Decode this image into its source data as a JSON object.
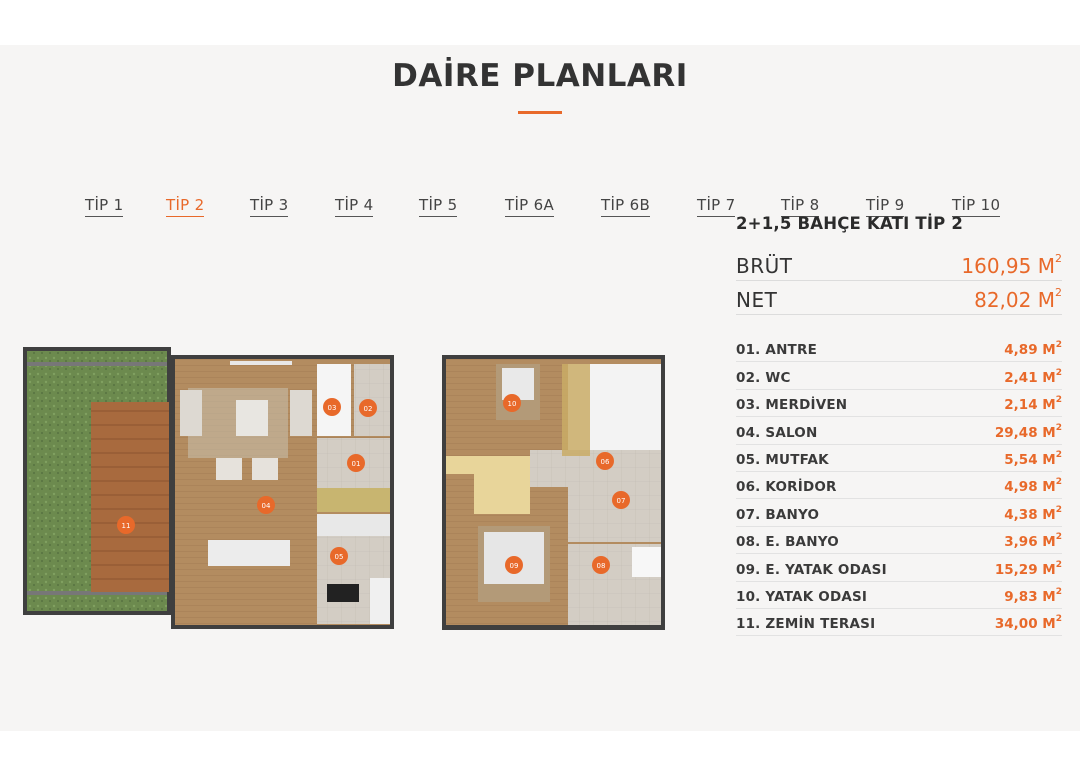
{
  "page": {
    "title": "DAİRE PLANLARI"
  },
  "tabs": [
    {
      "label": "TİP 1",
      "active": false
    },
    {
      "label": "TİP 2",
      "active": true
    },
    {
      "label": "TİP 3",
      "active": false
    },
    {
      "label": "TİP 4",
      "active": false
    },
    {
      "label": "TİP 5",
      "active": false
    },
    {
      "label": "TİP 6A",
      "active": false
    },
    {
      "label": "TİP 6B",
      "active": false
    },
    {
      "label": "TİP 7",
      "active": false
    },
    {
      "label": "TİP 8",
      "active": false
    },
    {
      "label": "TİP 9",
      "active": false
    },
    {
      "label": "TİP 10",
      "active": false
    }
  ],
  "plan": {
    "name": "2+1,5 BAHÇE KATI TİP 2",
    "unit": "M",
    "unit_exp": "2",
    "gross": {
      "label": "BRÜT",
      "value": "160,95"
    },
    "net": {
      "label": "NET",
      "value": "82,02"
    },
    "rooms": [
      {
        "label": "01. ANTRE",
        "value": "4,89"
      },
      {
        "label": "02. WC",
        "value": "2,41"
      },
      {
        "label": "03. MERDİVEN",
        "value": "2,14"
      },
      {
        "label": "04. SALON",
        "value": "29,48"
      },
      {
        "label": "05. MUTFAK",
        "value": "5,54"
      },
      {
        "label": "06. KORİDOR",
        "value": "4,98"
      },
      {
        "label": "07. BANYO",
        "value": "4,38"
      },
      {
        "label": "08. E. BANYO",
        "value": "3,96"
      },
      {
        "label": "09. E. YATAK ODASI",
        "value": "15,29"
      },
      {
        "label": "10. YATAK ODASI",
        "value": "9,83"
      },
      {
        "label": "11. ZEMİN TERASI",
        "value": "34,00"
      }
    ],
    "markers": [
      "01",
      "02",
      "03",
      "04",
      "05",
      "06",
      "07",
      "08",
      "09",
      "10",
      "11"
    ]
  },
  "colors": {
    "accent": "#e8692a",
    "wood": "#b08a5e",
    "grass": "#6e8a50",
    "tile": "#cfc9bf",
    "wall": "#4a4a4a"
  }
}
